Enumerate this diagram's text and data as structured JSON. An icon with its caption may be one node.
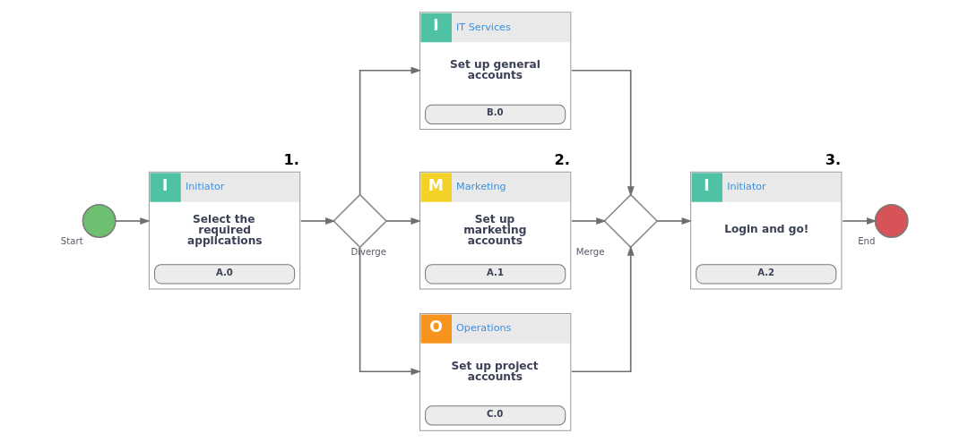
{
  "diagram": {
    "nodes": [
      {
        "text": [],
        "shape": "circle",
        "beside": [
          "Start"
        ]
      },
      {
        "text": [
          "I",
          "Initiator",
          "Select the required applications",
          "A.0"
        ],
        "beside": [
          "1."
        ]
      },
      {
        "text": [],
        "shape": "diamond",
        "beside": [
          "Diverge"
        ]
      },
      {
        "text": [
          "I",
          "IT Services",
          "Set up general accounts",
          "B.0"
        ]
      },
      {
        "text": [
          "M",
          "Marketing",
          "Set up marketing accounts",
          "A.1"
        ],
        "beside": [
          "2."
        ]
      },
      {
        "text": [
          "O",
          "Operations",
          "Set up project accounts",
          "C.0"
        ]
      },
      {
        "text": [],
        "shape": "diamond",
        "beside": [
          "Merge"
        ]
      },
      {
        "text": [
          "I",
          "Initiator",
          "Login and go!",
          "A.2"
        ],
        "beside": [
          "3."
        ]
      },
      {
        "text": [],
        "shape": "circle",
        "beside": [
          "End"
        ]
      }
    ],
    "edges": [
      {
        "from": 0,
        "to": 1,
        "arrow": "to"
      },
      {
        "from": 1,
        "to": 2,
        "arrow": "to"
      },
      {
        "from": 2,
        "to": 3,
        "arrow": "to"
      },
      {
        "from": 2,
        "to": 4,
        "arrow": "to"
      },
      {
        "from": 2,
        "to": 5,
        "arrow": "to"
      },
      {
        "from": 3,
        "to": 6,
        "arrow": "to"
      },
      {
        "from": 4,
        "to": 6,
        "arrow": "to"
      },
      {
        "from": 5,
        "to": 6,
        "arrow": "to"
      },
      {
        "from": 6,
        "to": 7,
        "arrow": "to"
      },
      {
        "from": 7,
        "to": 8,
        "arrow": "to"
      }
    ]
  }
}
